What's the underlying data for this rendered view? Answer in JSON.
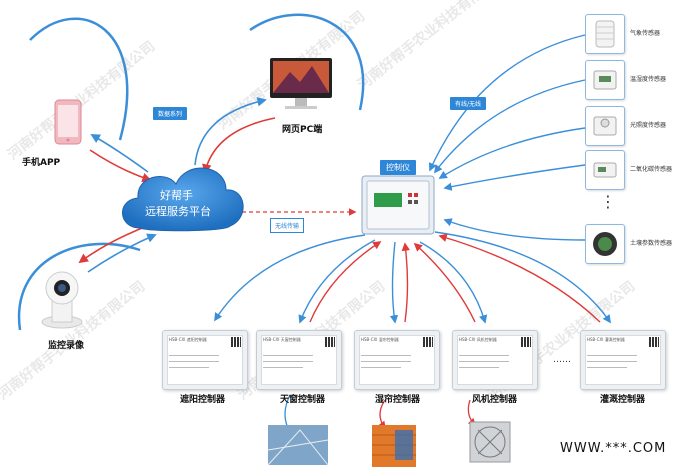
{
  "center": {
    "line1": "好帮手",
    "line2": "远程服务平台"
  },
  "devices": {
    "pc": "网页PC端",
    "phone": "手机APP",
    "camera": "监控录像",
    "controller": "控制仪"
  },
  "tags": {
    "data_link": "数据系列",
    "wired_wireless": "有线/无线",
    "wireless": "无线传输"
  },
  "sensors": [
    {
      "name": "气象传感器"
    },
    {
      "name": "温湿度传感器"
    },
    {
      "name": "光照度传感器"
    },
    {
      "name": "二氧化碳传感器"
    },
    {
      "name": "土壤参数传感器"
    }
  ],
  "sensor_ellipsis": "⋮",
  "controllers": [
    {
      "name": "遮阳控制器",
      "plate": "HSB-CXI 遮阳控制器"
    },
    {
      "name": "天窗控制器",
      "plate": "HSB-CXI 天窗控制器"
    },
    {
      "name": "湿帘控制器",
      "plate": "HSB-CXI 湿帘控制器"
    },
    {
      "name": "风机控制器",
      "plate": "HSB-CXI 风机控制器"
    },
    {
      "name": "灌溉控制器",
      "plate": "HSB-CXI 灌溉控制器"
    }
  ],
  "controller_ellipsis": "……",
  "footer": "WWW.***.COM",
  "watermark": "河南好帮手农业科技有限公司",
  "colors": {
    "blue": "#3b8fd9",
    "red": "#e03a3a",
    "cloud": "#2e86d6",
    "ctrl_green": "#2f9c4a"
  }
}
